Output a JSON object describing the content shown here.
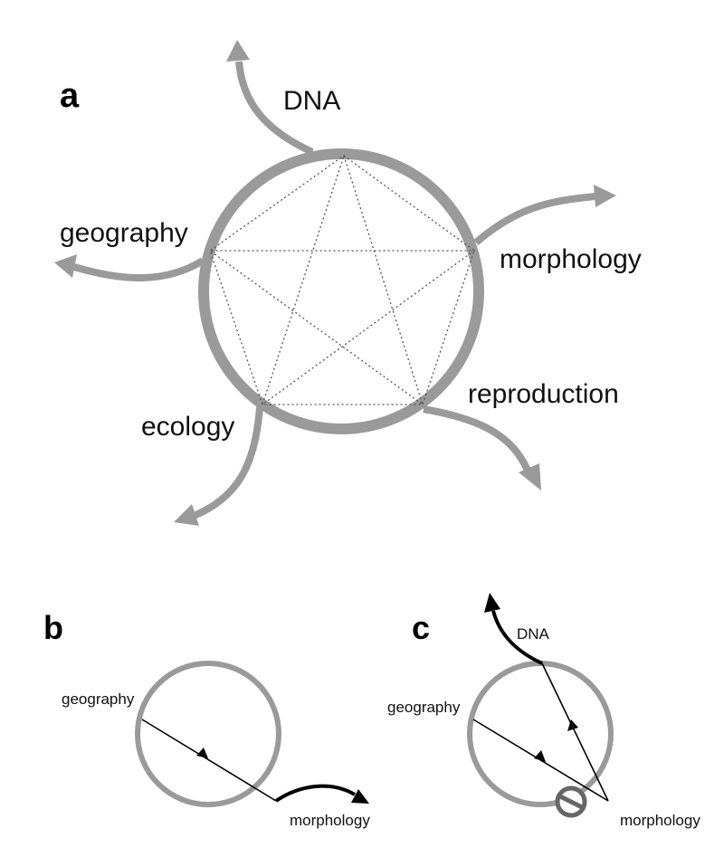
{
  "panel_a": {
    "letter": "a",
    "labels": {
      "dna": "DNA",
      "morphology": "morphology",
      "reproduction": "reproduction",
      "ecology": "ecology",
      "geography": "geography"
    }
  },
  "panel_b": {
    "letter": "b",
    "labels": {
      "geography": "geography",
      "morphology": "morphology"
    }
  },
  "panel_c": {
    "letter": "c",
    "labels": {
      "dna": "DNA",
      "geography": "geography",
      "morphology": "morphology"
    },
    "blocked_symbol": "prohibition-icon"
  },
  "colors": {
    "ring": "#9a9a9a",
    "arrow_grey": "#9a9a9a",
    "arrow_black": "#000000"
  }
}
